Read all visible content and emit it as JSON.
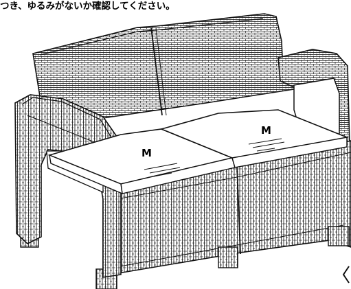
{
  "instruction_text": "つき、ゆるみがないか確認してください。",
  "cushions": [
    {
      "label": "M"
    },
    {
      "label": "M"
    }
  ],
  "weave_pattern": "rattan-wicker",
  "line_color": "#222222",
  "fill_color": "#ffffff"
}
